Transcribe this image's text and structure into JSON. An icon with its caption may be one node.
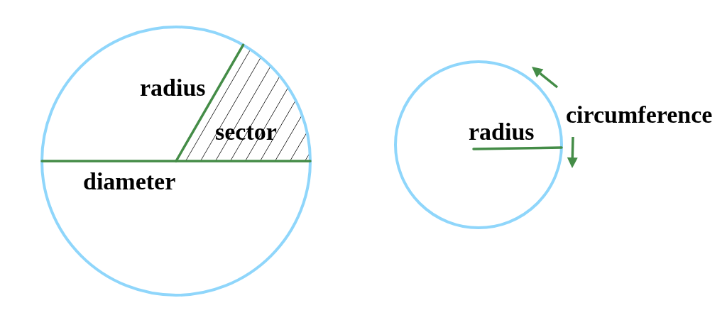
{
  "diagram": {
    "labels": [
      "radius",
      "sector",
      "diameter",
      "radius",
      "circumference"
    ]
  }
}
